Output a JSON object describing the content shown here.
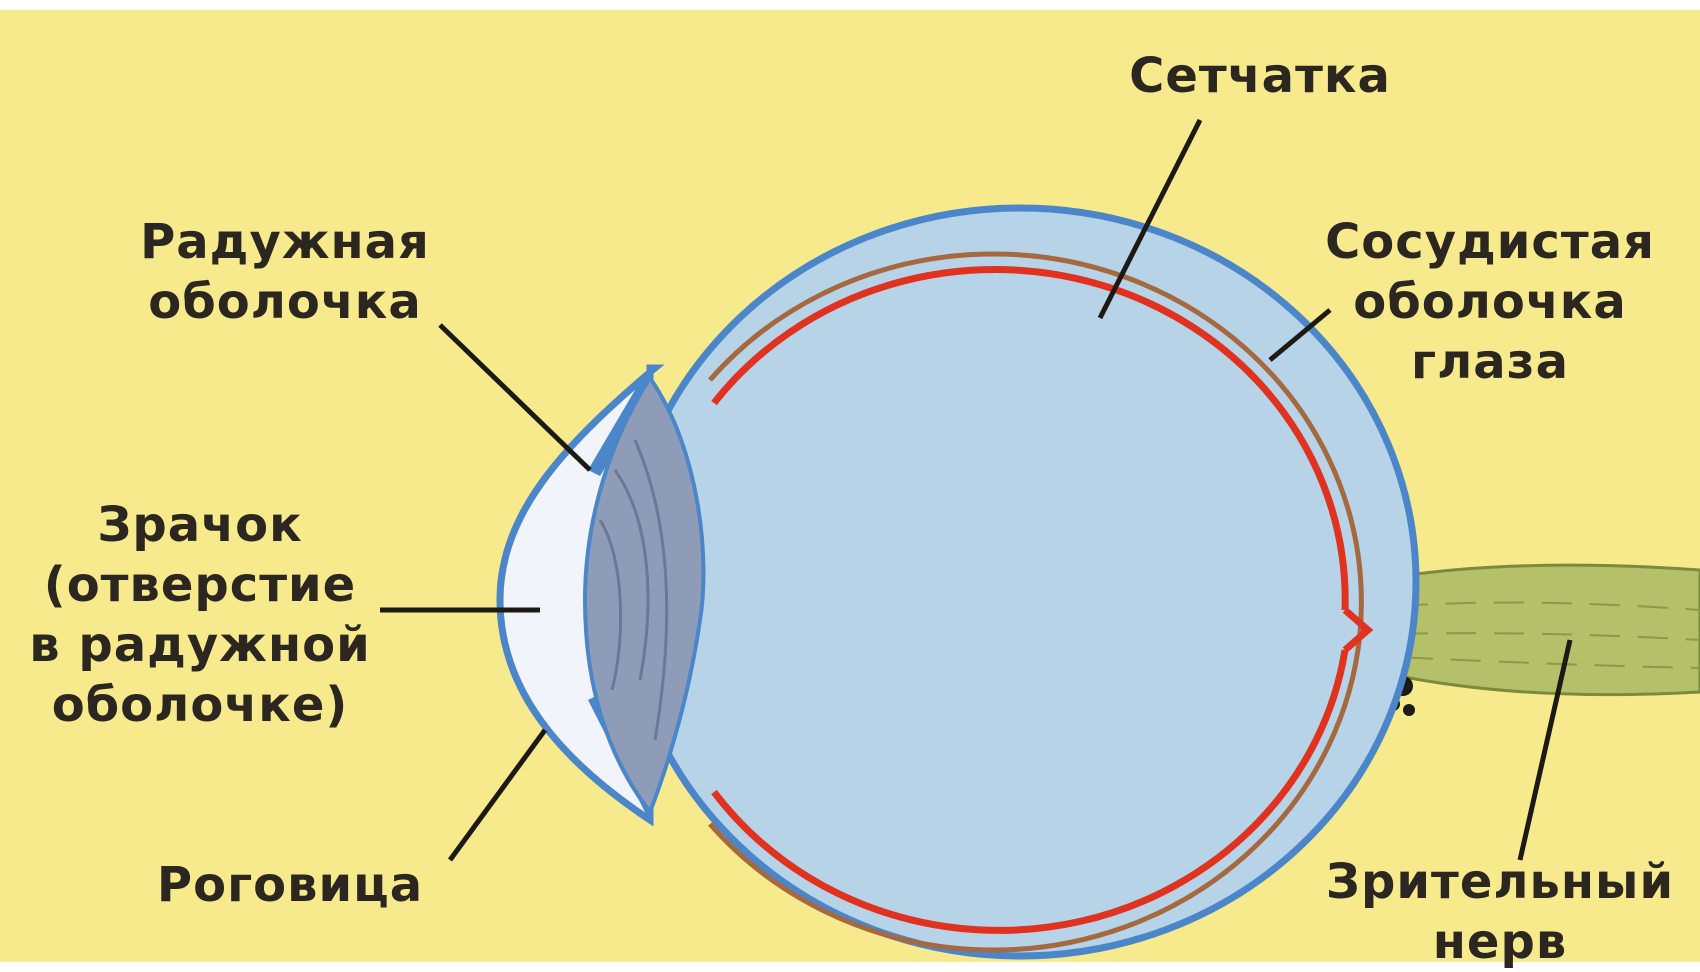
{
  "colors": {
    "background": "#f6ea8c",
    "eyeball_fill": "#b7d3e8",
    "sclera_outline": "#4a86c9",
    "retina": "#e0321e",
    "choroid": "#a5683f",
    "lens_fill": "#8f9cb8",
    "cornea_chamber": "#f1f4fa",
    "optic_nerve": "#b5c16a",
    "pointer_line": "#1d1a16",
    "label_text": "#2b2620"
  },
  "labels": {
    "retina": {
      "lines": [
        "Сетчатка"
      ]
    },
    "iris": {
      "lines": [
        "Радужная",
        "оболочка"
      ]
    },
    "choroid": {
      "lines": [
        "Сосудистая",
        "оболочка",
        "глаза"
      ]
    },
    "pupil": {
      "lines": [
        "Зрачок",
        "(отверстие",
        "в радужной",
        "оболочке)"
      ]
    },
    "cornea": {
      "lines": [
        "Роговица"
      ]
    },
    "optic_nerve": {
      "lines": [
        "Зрительный",
        "нерв"
      ]
    }
  }
}
